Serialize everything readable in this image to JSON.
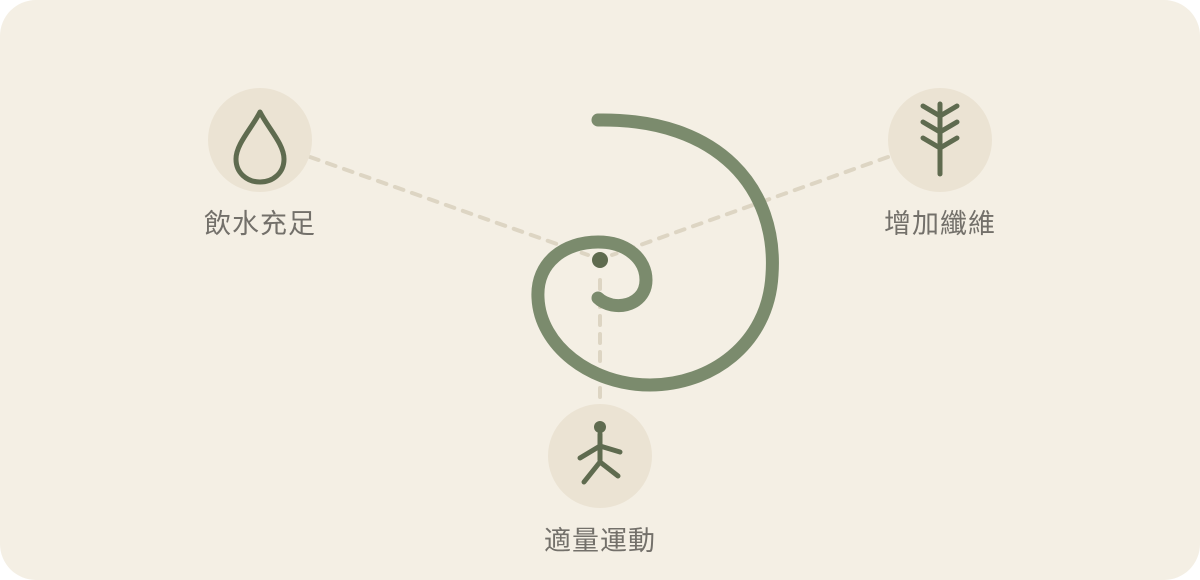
{
  "nodes": [
    {
      "id": "water",
      "label": "飲水充足",
      "icon": "water-drop-icon"
    },
    {
      "id": "fiber",
      "label": "增加纖維",
      "icon": "fiber-sprig-icon"
    },
    {
      "id": "exercise",
      "label": "適量運動",
      "icon": "person-walking-icon"
    }
  ],
  "center": {
    "icon": "spiral-icon"
  },
  "colors": {
    "background": "#f4efe4",
    "icon_circle": "#ebe3d3",
    "icon_stroke": "#5f6b4f",
    "spiral": "#7b8b6d",
    "connector": "#ddd5c3",
    "label_text": "#73706a"
  }
}
